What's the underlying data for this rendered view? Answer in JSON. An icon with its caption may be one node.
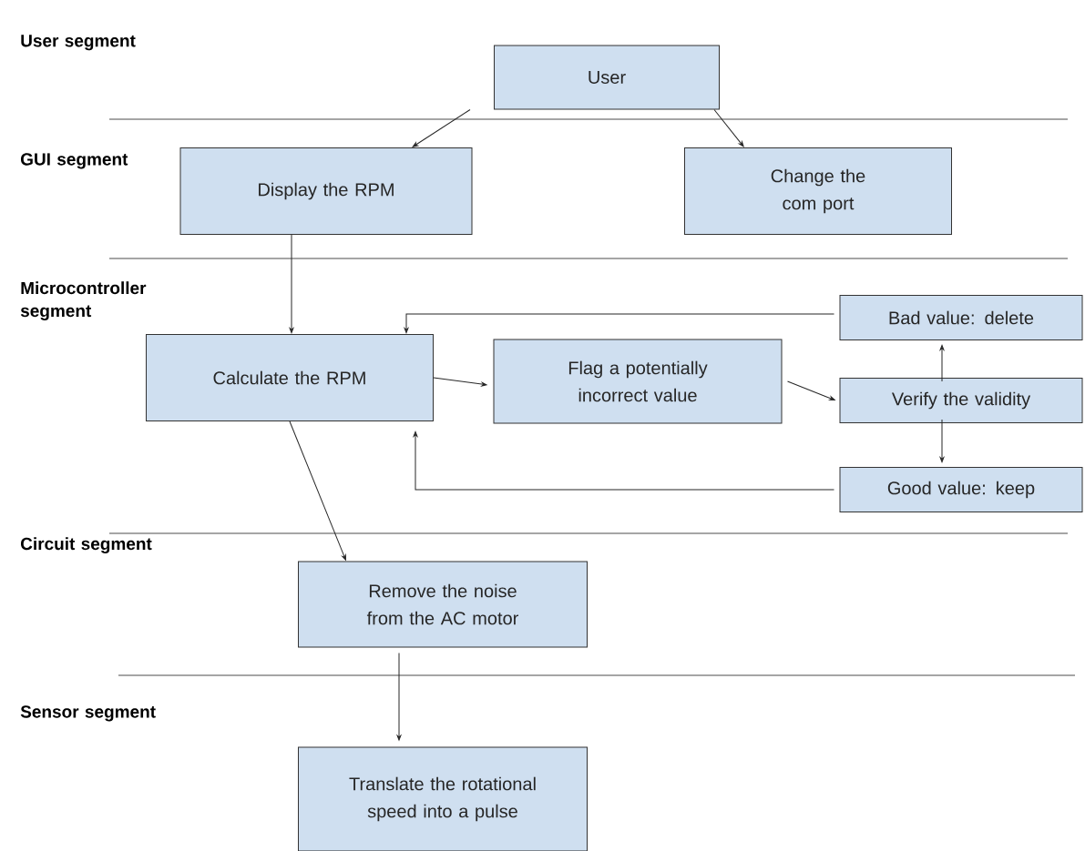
{
  "diagram": {
    "nodes": [
      {
        "text": [
          "User"
        ]
      },
      {
        "text": [
          "Display the RPM"
        ]
      },
      {
        "text": [
          "Change the com port"
        ]
      },
      {
        "text": [
          "Calculate the RPM"
        ]
      },
      {
        "text": [
          "Flag a potentially incorrect value"
        ]
      },
      {
        "text": [
          "Bad value: delete"
        ]
      },
      {
        "text": [
          "Verify the validity"
        ]
      },
      {
        "text": [
          "Good value: keep"
        ]
      },
      {
        "text": [
          "Remove the noise from the AC motor"
        ]
      },
      {
        "text": [
          "Translate the rotational speed into a pulse"
        ]
      }
    ],
    "edges": [
      {
        "from": 0,
        "to": 1,
        "arrow": "to"
      },
      {
        "from": 0,
        "to": 2,
        "arrow": "to"
      },
      {
        "from": 1,
        "to": 3,
        "arrow": "to"
      },
      {
        "from": 3,
        "to": 4,
        "arrow": "to"
      },
      {
        "from": 4,
        "to": 6,
        "arrow": "to"
      },
      {
        "from": 6,
        "to": 5,
        "arrow": "to"
      },
      {
        "from": 6,
        "to": 7,
        "arrow": "to"
      },
      {
        "from": 5,
        "to": 3,
        "arrow": "to"
      },
      {
        "from": 7,
        "to": 3,
        "arrow": "to"
      },
      {
        "from": 3,
        "to": 8,
        "arrow": "to"
      },
      {
        "from": 8,
        "to": 9,
        "arrow": "to"
      }
    ],
    "labels": [
      "User segment",
      "GUI segment",
      "Microcontroller segment",
      "Circuit segment",
      "Sensor segment"
    ]
  }
}
